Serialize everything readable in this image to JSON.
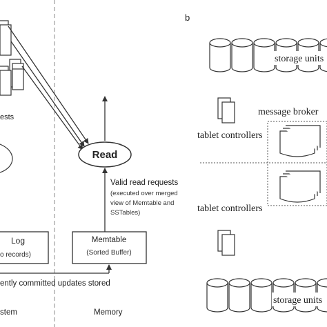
{
  "left_panel": {
    "requests_fragment": "ests",
    "read_label": "Read",
    "valid_read": {
      "line1": "Valid read requests",
      "line2": "(executed over merged",
      "line3": "view of Memtable and",
      "line4": "SSTables)"
    },
    "log_label": "Log",
    "log_sub": "o records)",
    "memtable_label": "Memtable",
    "memtable_sub": "(Sorted Buffer)",
    "committed_note": "ently committed updates stored",
    "bottom_left_label": "stem",
    "memory_label": "Memory"
  },
  "right_panel": {
    "panel_letter": "b",
    "storage_units_top": "storage units",
    "message_broker": "message broker",
    "tablet_controllers_1": "tablet controllers",
    "tablet_controllers_2": "tablet controllers",
    "storage_units_bottom": "storage units"
  },
  "colors": {
    "stroke": "#333333",
    "text": "#222222",
    "dashed": "#8a8a8a",
    "background": "#ffffff"
  }
}
